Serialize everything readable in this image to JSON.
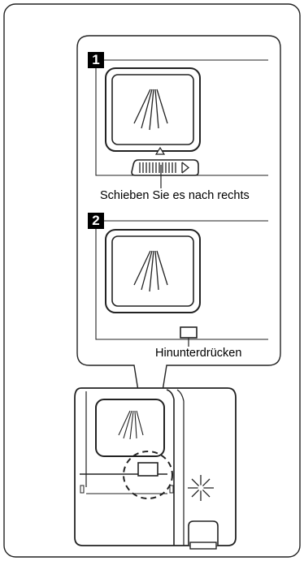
{
  "steps": [
    {
      "number": "1",
      "caption": "Schieben Sie es nach rechts"
    },
    {
      "number": "2",
      "caption": "Hinunterdrücken"
    }
  ]
}
